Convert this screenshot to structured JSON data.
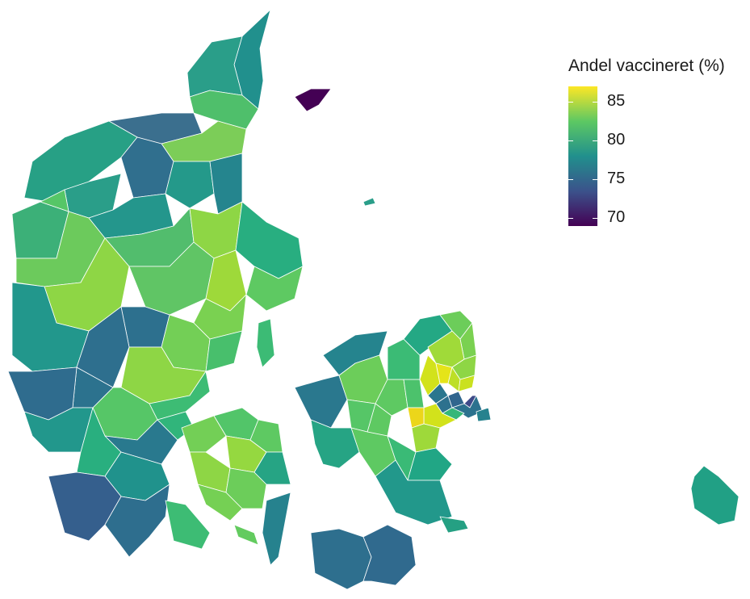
{
  "legend": {
    "title": "Andel vaccineret (%)",
    "min": 69,
    "max": 87,
    "ticks": [
      "85",
      "80",
      "75",
      "70"
    ],
    "tick_values": [
      85,
      80,
      75,
      70
    ],
    "colors": [
      "#440154",
      "#3b528b",
      "#21908d",
      "#5dc863",
      "#fde725"
    ]
  },
  "map": {
    "region": "Denmark municipalities",
    "stroke": "#ffffff"
  }
}
